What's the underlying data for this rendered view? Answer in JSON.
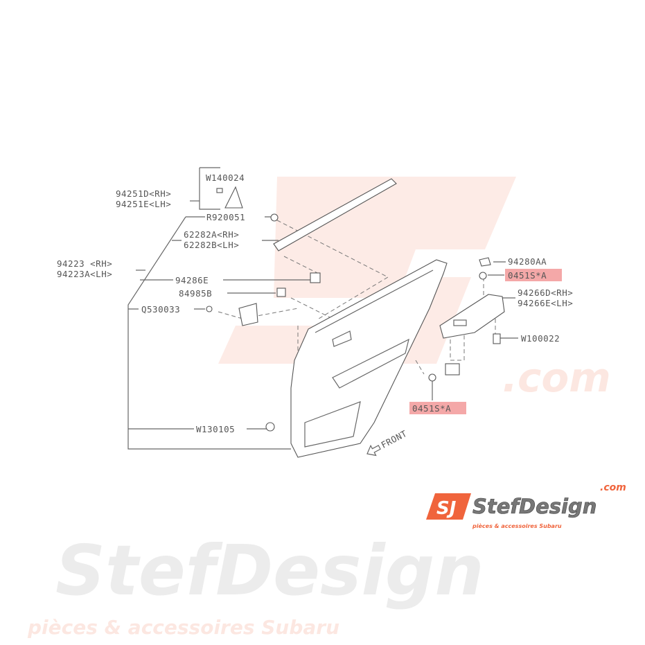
{
  "watermark": {
    "brand": "StefDesign",
    "domain": ".com",
    "tagline": "pièces & accessoires Subaru",
    "colors": {
      "orange": "#f0643c",
      "grey": "#9a9a9a"
    }
  },
  "parts": {
    "w140024": "W140024",
    "p94251d": "94251D<RH>",
    "p94251e": "94251E<LH>",
    "r920051": "R920051",
    "p62282a": "62282A<RH>",
    "p62282b": "62282B<LH>",
    "p94223": "94223 <RH>",
    "p94223a": "94223A<LH>",
    "p94286e": "94286E",
    "p84985b": "84985B",
    "q530033": "Q530033",
    "w130105": "W130105",
    "p94280aa": "94280AA",
    "p0451sa_top": "0451S*A",
    "p94266d": "94266D<RH>",
    "p94266e": "94266E<LH>",
    "w100022": "W100022",
    "p0451sa_bottom": "0451S*A"
  },
  "front_label": "FRONT",
  "highlight_color": "#f4a8a8"
}
